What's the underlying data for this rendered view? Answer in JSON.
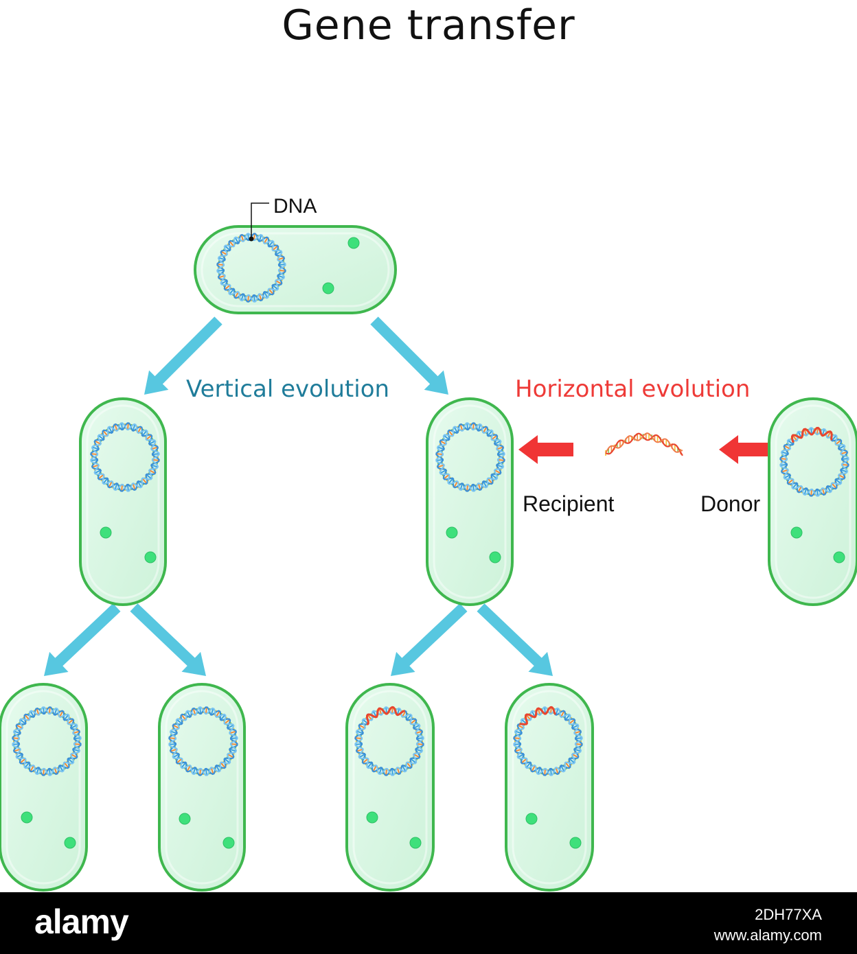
{
  "title": "Gene transfer",
  "labels": {
    "dna": "DNA",
    "vertical": "Vertical evolution",
    "horizontal": "Horizontal evolution",
    "recipient": "Recipient",
    "donor": "Donor"
  },
  "colors": {
    "cell_fill": "#d6f5e1",
    "cell_stroke": "#3fb74e",
    "granule": "#3ee07b",
    "blue_arrow": "#57c7e0",
    "red_arrow": "#f03535",
    "vertical_text": "#1f7c9a",
    "horizontal_text": "#ee3a37"
  },
  "icons": {
    "dna_ring": "dna-plasmid-icon",
    "dna_fragment": "dna-fragment-icon",
    "blue_arrow": "arrow-down-icon",
    "red_arrow": "arrow-left-icon"
  },
  "footer": {
    "brand": "alamy",
    "image_id": "2DH77XA",
    "site": "www.alamy.com"
  }
}
